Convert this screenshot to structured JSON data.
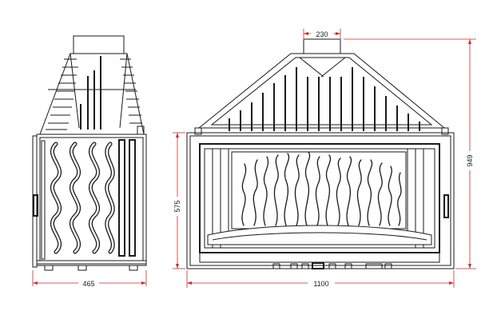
{
  "dimensions": {
    "side_depth": "465",
    "front_width": "1100",
    "front_height": "575",
    "total_height": "949",
    "flue_width": "230"
  }
}
